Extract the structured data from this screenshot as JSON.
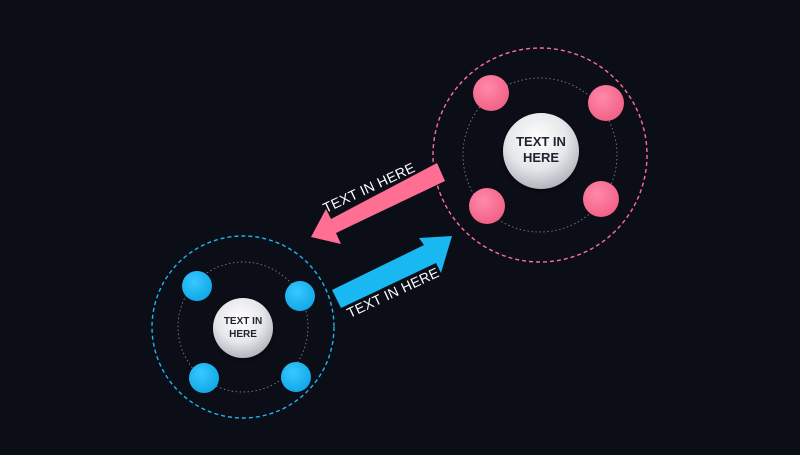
{
  "colors": {
    "background": "#0b0d17",
    "blue": "#1ab8f3",
    "pink": "#ff6f94",
    "hub_light": "#f4f4f6",
    "hub_dark": "#b9bcc4",
    "orbit": "#7a7f8c"
  },
  "blue_cluster": {
    "hub_text_line1": "TEXT IN",
    "hub_text_line2": "HERE"
  },
  "pink_cluster": {
    "hub_text_line1": "TEXT IN",
    "hub_text_line2": "HERE"
  },
  "arrows": {
    "pink_label": "TEXT IN HERE",
    "blue_label": "TEXT IN HERE"
  }
}
